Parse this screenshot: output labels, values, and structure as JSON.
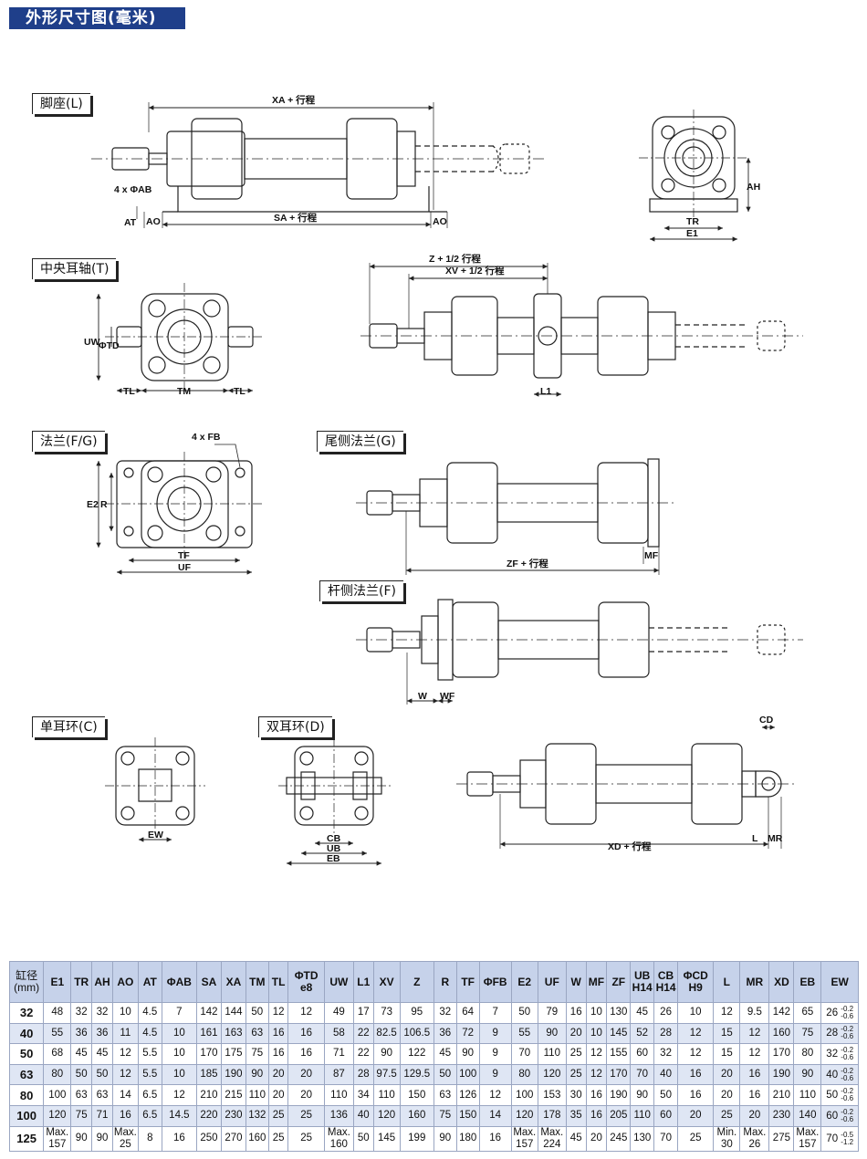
{
  "page_title": "外形尺寸图(毫米)",
  "sections": {
    "foot": "脚座(L)",
    "trunnion": "中央耳轴(T)",
    "flange": "法兰(F/G)",
    "rear_flange": "尾侧法兰(G)",
    "rod_flange": "杆侧法兰(F)",
    "single_clevis": "单耳环(C)",
    "double_clevis": "双耳环(D)"
  },
  "dim_labels": {
    "xa": "XA + 行程",
    "sa": "SA + 行程",
    "ab": "4 x ΦAB",
    "at": "AT",
    "ao": "AO",
    "ah": "AH",
    "tr": "TR",
    "e1": "E1",
    "z": "Z + 1/2 行程",
    "xv": "XV + 1/2 行程",
    "uw": "UW",
    "td": "ΦTD",
    "tl": "TL",
    "tm": "TM",
    "l1": "L1",
    "fb": "4 x FB",
    "e2": "E2",
    "r": "R",
    "tf": "TF",
    "uf": "UF",
    "zf": "ZF + 行程",
    "mf": "MF",
    "w": "W",
    "wf": "WF",
    "ew": "EW",
    "cb": "CB",
    "ub": "UB",
    "eb": "EB",
    "cd": "CD",
    "l": "L",
    "mr": "MR",
    "xd": "XD + 行程"
  },
  "table": {
    "headers": [
      "缸径\n(mm)",
      "E1",
      "TR",
      "AH",
      "AO",
      "AT",
      "ΦAB",
      "SA",
      "XA",
      "TM",
      "TL",
      "ΦTD\ne8",
      "UW",
      "L1",
      "XV",
      "Z",
      "R",
      "TF",
      "ΦFB",
      "E2",
      "UF",
      "W",
      "MF",
      "ZF",
      "UB\nH14",
      "CB\nH14",
      "ΦCD\nH9",
      "L",
      "MR",
      "XD",
      "EB",
      "EW"
    ],
    "rows": [
      [
        "32",
        "48",
        "32",
        "32",
        "10",
        "4.5",
        "7",
        "142",
        "144",
        "50",
        "12",
        "12",
        "49",
        "17",
        "73",
        "95",
        "32",
        "64",
        "7",
        "50",
        "79",
        "16",
        "10",
        "130",
        "45",
        "26",
        "10",
        "12",
        "9.5",
        "142",
        "65",
        "26"
      ],
      [
        "40",
        "55",
        "36",
        "36",
        "11",
        "4.5",
        "10",
        "161",
        "163",
        "63",
        "16",
        "16",
        "58",
        "22",
        "82.5",
        "106.5",
        "36",
        "72",
        "9",
        "55",
        "90",
        "20",
        "10",
        "145",
        "52",
        "28",
        "12",
        "15",
        "12",
        "160",
        "75",
        "28"
      ],
      [
        "50",
        "68",
        "45",
        "45",
        "12",
        "5.5",
        "10",
        "170",
        "175",
        "75",
        "16",
        "16",
        "71",
        "22",
        "90",
        "122",
        "45",
        "90",
        "9",
        "70",
        "110",
        "25",
        "12",
        "155",
        "60",
        "32",
        "12",
        "15",
        "12",
        "170",
        "80",
        "32"
      ],
      [
        "63",
        "80",
        "50",
        "50",
        "12",
        "5.5",
        "10",
        "185",
        "190",
        "90",
        "20",
        "20",
        "87",
        "28",
        "97.5",
        "129.5",
        "50",
        "100",
        "9",
        "80",
        "120",
        "25",
        "12",
        "170",
        "70",
        "40",
        "16",
        "20",
        "16",
        "190",
        "90",
        "40"
      ],
      [
        "80",
        "100",
        "63",
        "63",
        "14",
        "6.5",
        "12",
        "210",
        "215",
        "110",
        "20",
        "20",
        "110",
        "34",
        "110",
        "150",
        "63",
        "126",
        "12",
        "100",
        "153",
        "30",
        "16",
        "190",
        "90",
        "50",
        "16",
        "20",
        "16",
        "210",
        "110",
        "50"
      ],
      [
        "100",
        "120",
        "75",
        "71",
        "16",
        "6.5",
        "14.5",
        "220",
        "230",
        "132",
        "25",
        "25",
        "136",
        "40",
        "120",
        "160",
        "75",
        "150",
        "14",
        "120",
        "178",
        "35",
        "16",
        "205",
        "110",
        "60",
        "20",
        "25",
        "20",
        "230",
        "140",
        "60"
      ],
      [
        "125",
        "Max.\n157",
        "90",
        "90",
        "Max.\n25",
        "8",
        "16",
        "250",
        "270",
        "160",
        "25",
        "25",
        "Max.\n160",
        "50",
        "145",
        "199",
        "90",
        "180",
        "16",
        "Max.\n157",
        "Max.\n224",
        "45",
        "20",
        "245",
        "130",
        "70",
        "25",
        "Min.\n30",
        "Max.\n26",
        "275",
        "Max.\n157",
        "70"
      ]
    ],
    "ew_tolerance": [
      [
        "-0.2",
        "-0.6"
      ],
      [
        "-0.2",
        "-0.6"
      ],
      [
        "-0.2",
        "-0.6"
      ],
      [
        "-0.2",
        "-0.6"
      ],
      [
        "-0.2",
        "-0.6"
      ],
      [
        "-0.2",
        "-0.6"
      ],
      [
        "-0.5",
        "-1.2"
      ]
    ]
  }
}
